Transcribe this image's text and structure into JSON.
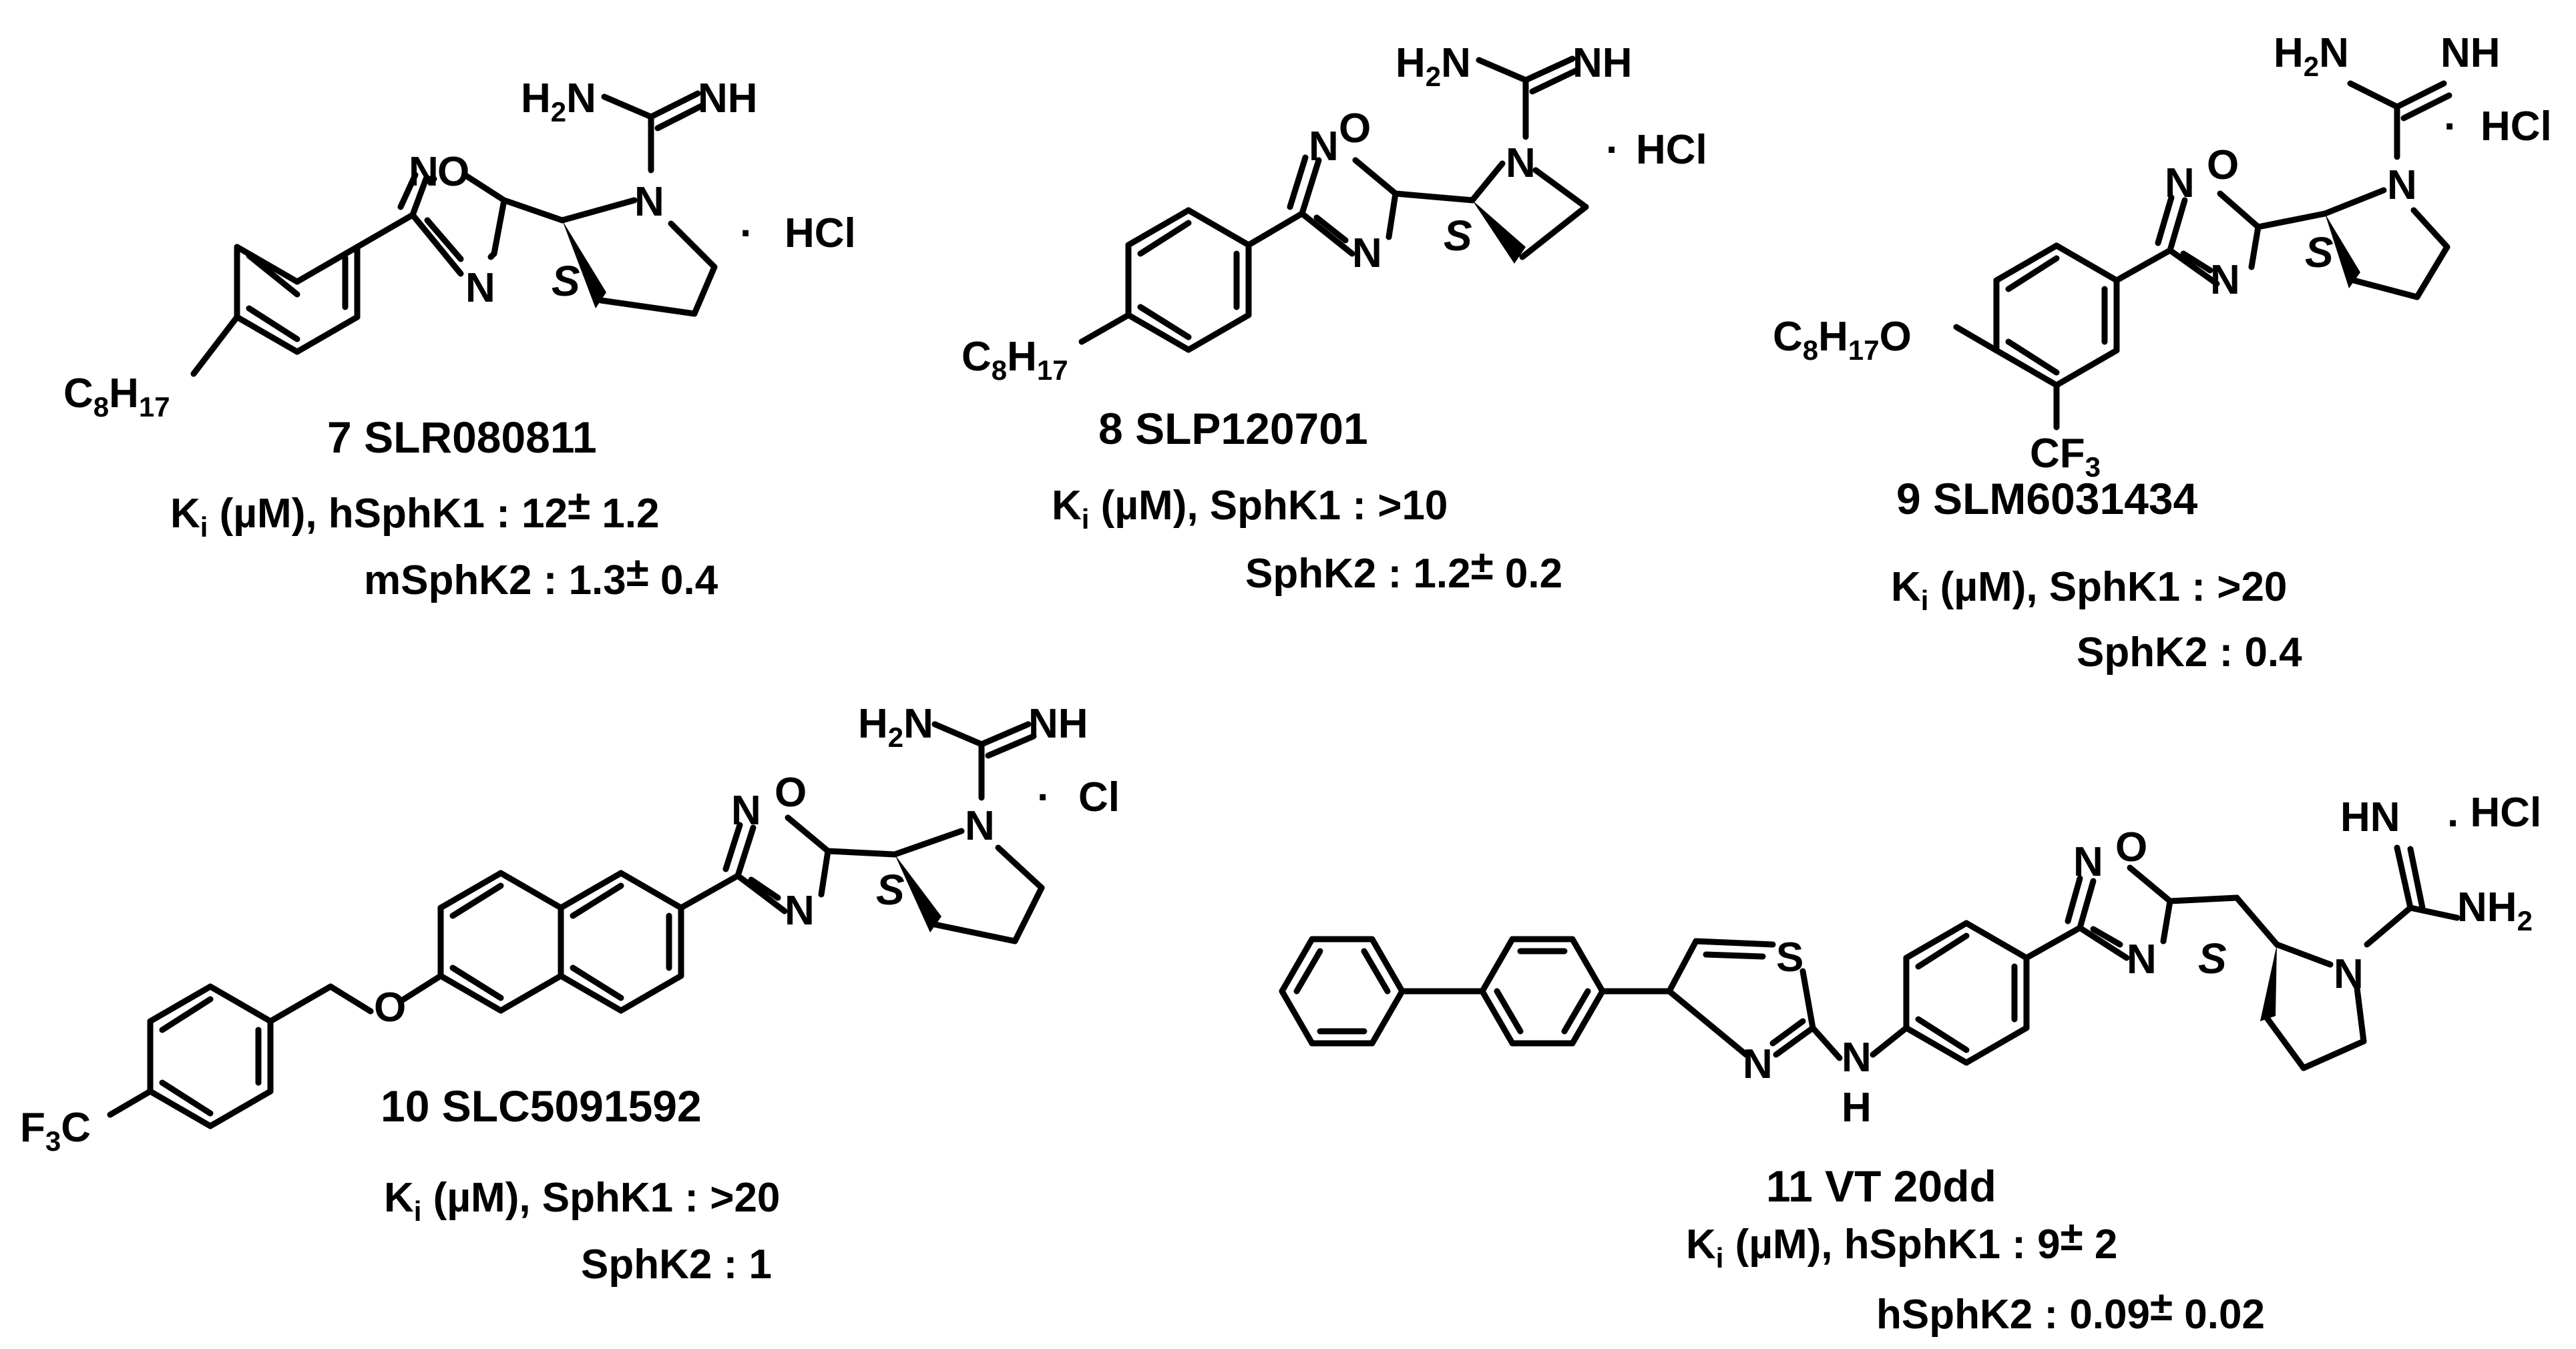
{
  "atoms": {
    "n": "N",
    "o": "O",
    "s": "S",
    "h": "H",
    "c": "C",
    "f": "F",
    "nh": "NH",
    "hn": "HN",
    "h2n": "H",
    "h2_sub": "2",
    "nh2": "NH",
    "dot": "·",
    "hcl": "HCl",
    "cl": "Cl",
    "dot_hcl": ". HCl",
    "c8h17": {
      "c": "C",
      "c_sub": "8",
      "h": "H",
      "h_sub": "17"
    },
    "cf3": {
      "cf": "CF",
      "sub": "3"
    },
    "f3c": {
      "f": "F",
      "sub": "3",
      "c": "C"
    },
    "c8h17o": {
      "c": "C",
      "c_sub": "8",
      "h": "H",
      "h_sub": "17",
      "o": "O"
    },
    "stereo": "S"
  },
  "compounds": [
    {
      "id": "7",
      "name": "SLR080811",
      "line1": {
        "label": "K",
        "sub": "i",
        "mid": " (µM), hSphK1 :  12",
        "pm": "±",
        "err": " 1.2"
      },
      "line2": {
        "label": "mSphK2 : 1.3",
        "pm": "±",
        "err": " 0.4"
      }
    },
    {
      "id": "8",
      "name": "SLP120701",
      "line1": {
        "label": "K",
        "sub": "i",
        "mid": " (µM), SphK1 : >10"
      },
      "line2": {
        "label": "SphK2 : 1.2",
        "pm": "±",
        "err": " 0.2"
      }
    },
    {
      "id": "9",
      "name": "SLM6031434",
      "line1": {
        "label": "K",
        "sub": "i",
        "mid": " (µM), SphK1 : >20"
      },
      "line2": {
        "label": "SphK2 : 0.4"
      }
    },
    {
      "id": "10",
      "name": "SLC5091592",
      "line1": {
        "label": "K",
        "sub": "i",
        "mid": " (µM), SphK1 : >20"
      },
      "line2": {
        "label": "SphK2 : 1"
      }
    },
    {
      "id": "11",
      "name": "VT 20dd",
      "line1": {
        "label": "K",
        "sub": "i",
        "mid": " (µM), hSphK1 : 9",
        "pm": "±",
        "err": "  2"
      },
      "line2": {
        "label": "hSphK2 : 0.09",
        "pm": "±",
        "err": "  0.02"
      }
    }
  ]
}
